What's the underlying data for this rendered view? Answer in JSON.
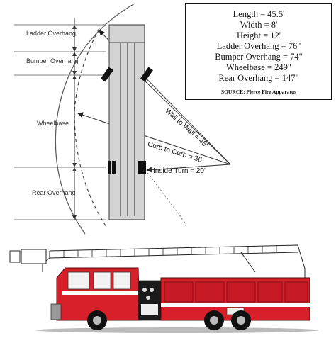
{
  "specs": {
    "length": "Length = 45.5'",
    "width": "Width  = 8'",
    "height": "Height = 12'",
    "ladder_overhang": "Ladder Overhang = 76\"",
    "bumper_overhang": "Bumper Overhang = 74\"",
    "wheelbase": "Wheelbase = 249\"",
    "rear_overhang": "Rear Overhang = 147\"",
    "source": "SOURCE:  Pierce Fire Apparatus"
  },
  "dimension_labels": {
    "ladder_overhang": "Ladder Overhang",
    "bumper_overhang": "Bumper Overhang",
    "wheelbase": "Wheelbase",
    "rear_overhang": "Rear Overhang"
  },
  "turn_labels": {
    "wall_to_wall": "Wall to Wall = 45'",
    "curb_to_curb": "Curb to Curb = 36'",
    "inside_turn": "Inside Turn = 20'"
  },
  "colors": {
    "truck_red": "#d8202a",
    "truck_body_dark": "#7a1015",
    "plan_gray": "#d4d4d4",
    "line": "#222222"
  }
}
